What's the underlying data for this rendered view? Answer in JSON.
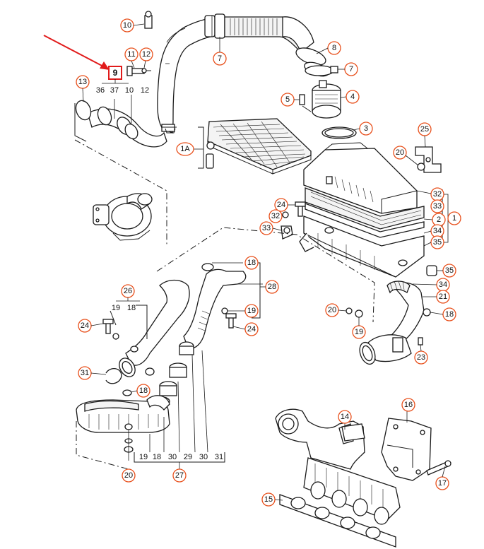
{
  "diagram": {
    "highlight": {
      "label": "9",
      "color": "#e11b1b"
    },
    "accent_color": "#e8501c",
    "callouts": {
      "c10": "10",
      "c11": "11",
      "c12": "12",
      "c7a": "7",
      "c8": "8",
      "c7b": "7",
      "c13": "13",
      "c36": "36",
      "c37": "37",
      "c10b": "10",
      "c12b": "12",
      "c5": "5",
      "c4": "4",
      "c3": "3",
      "c1A": "1A",
      "c25": "25",
      "c20a": "20",
      "c24a": "24",
      "c32a": "32",
      "c33a": "33",
      "c32b": "32",
      "c33b": "33",
      "c2": "2",
      "c34a": "34",
      "c35a": "35",
      "c1": "1",
      "c35b": "35",
      "c34b": "34",
      "c21": "21",
      "c20b": "20",
      "c18a": "18",
      "c19a": "19",
      "c23": "23",
      "c18b": "18",
      "c28": "28",
      "c19b": "19",
      "c24b": "24",
      "c26": "26",
      "c19c": "19",
      "c18c": "18",
      "c24c": "24",
      "c31a": "31",
      "c18d": "18",
      "c19d": "19",
      "c18e": "18",
      "c30a": "30",
      "c29": "29",
      "c30b": "30",
      "c31b": "31",
      "c27": "27",
      "c20c": "20",
      "c14": "14",
      "c16": "16",
      "c17": "17",
      "c15": "15"
    }
  }
}
